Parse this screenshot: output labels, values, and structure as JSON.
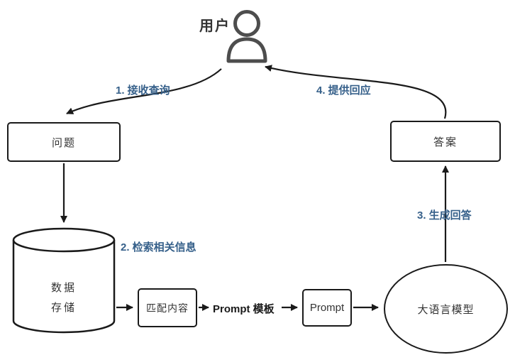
{
  "diagram": {
    "title_user": "用户",
    "steps": {
      "step1": "1. 接收查询",
      "step2": "2. 检索相关信息",
      "step3": "3. 生成回答",
      "step4": "4. 提供回应"
    },
    "nodes": {
      "question": "问题",
      "answer": "答案",
      "datastore_line1": "数据",
      "datastore_line2": "存储",
      "match_content": "匹配内容",
      "prompt_template": "Prompt 模板",
      "prompt": "Prompt",
      "llm": "大语言模型"
    },
    "icons": {
      "user_icon": "user-silhouette-outline"
    },
    "colors": {
      "accent_blue": "#36608a",
      "stroke": "#1a1a1a",
      "icon_gray": "#4d4d4d",
      "background": "#ffffff"
    }
  }
}
